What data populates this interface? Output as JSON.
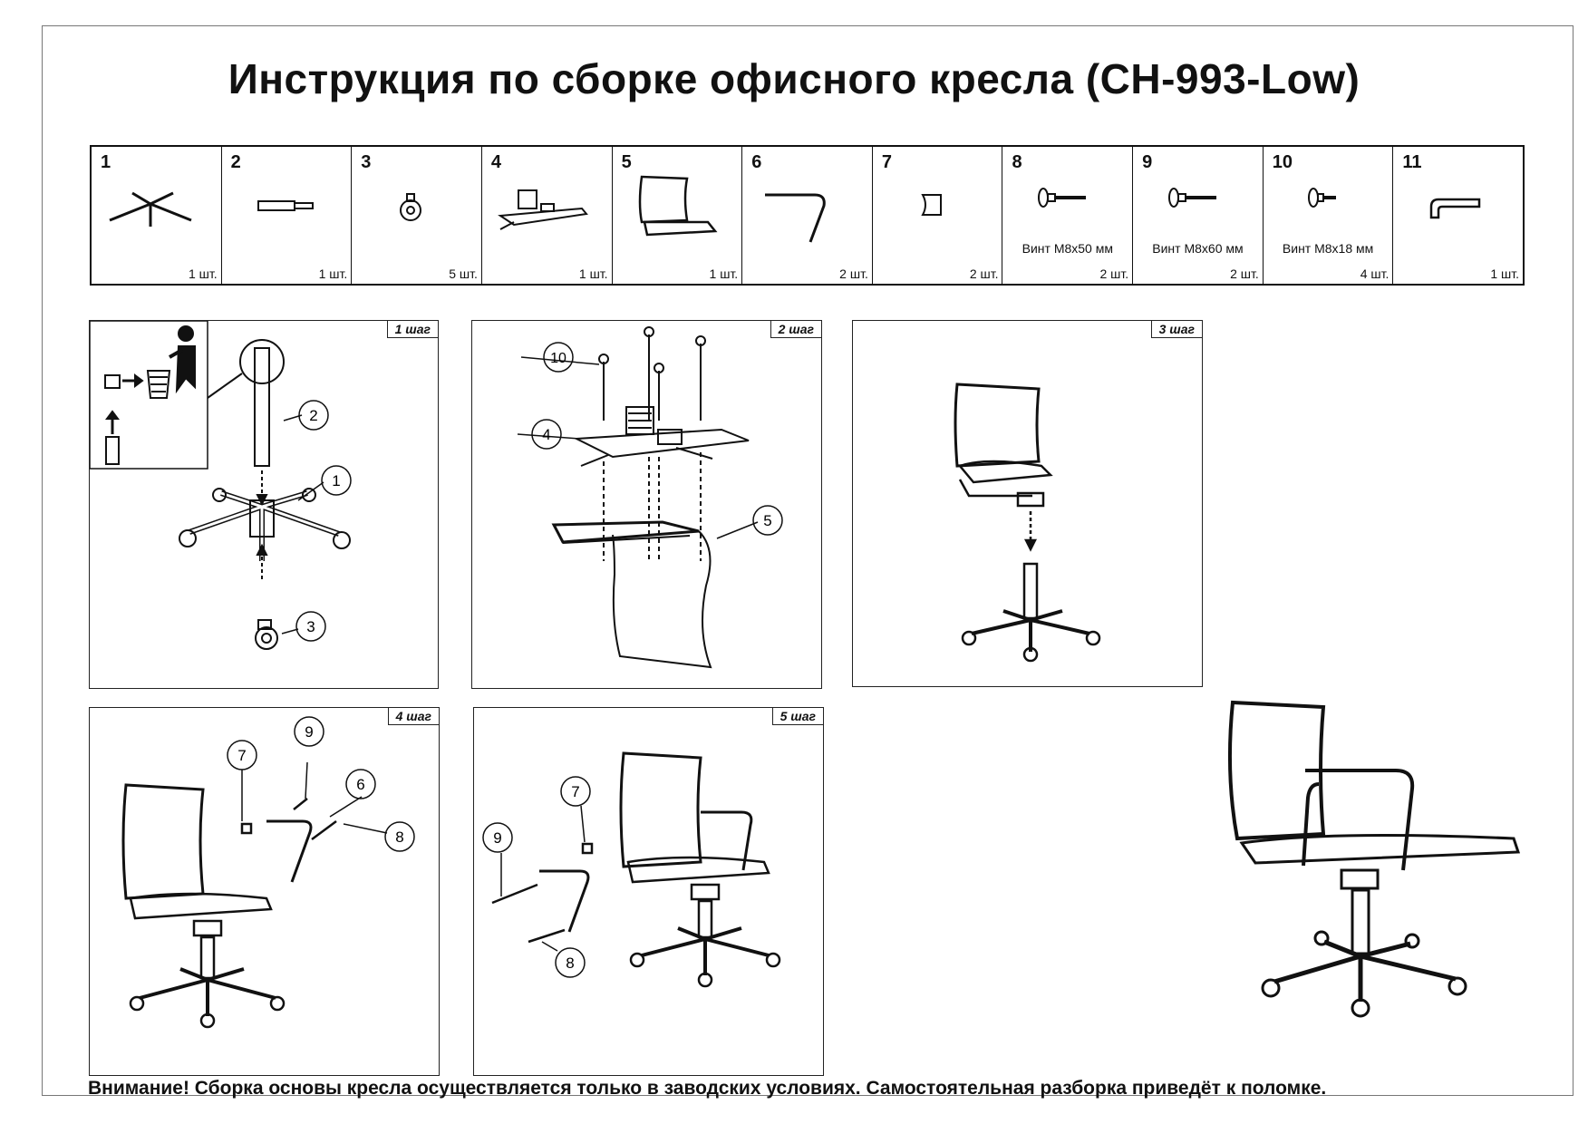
{
  "title": "Инструкция по сборке офисного кресла (CH-993-Low)",
  "parts": [
    {
      "num": "1",
      "qty": "1 шт.",
      "name": "",
      "icon": "star-base-icon"
    },
    {
      "num": "2",
      "qty": "1 шт.",
      "name": "",
      "icon": "gas-lift-icon"
    },
    {
      "num": "3",
      "qty": "5 шт.",
      "name": "",
      "icon": "caster-icon"
    },
    {
      "num": "4",
      "qty": "1 шт.",
      "name": "",
      "icon": "tilt-mechanism-icon"
    },
    {
      "num": "5",
      "qty": "1 шт.",
      "name": "",
      "icon": "seat-back-icon"
    },
    {
      "num": "6",
      "qty": "2 шт.",
      "name": "",
      "icon": "armrest-icon"
    },
    {
      "num": "7",
      "qty": "2 шт.",
      "name": "",
      "icon": "cap-icon"
    },
    {
      "num": "8",
      "qty": "2 шт.",
      "name": "Винт M8x50 мм",
      "icon": "bolt-icon"
    },
    {
      "num": "9",
      "qty": "2 шт.",
      "name": "Винт M8x60 мм",
      "icon": "bolt-icon"
    },
    {
      "num": "10",
      "qty": "4 шт.",
      "name": "Винт M8x18 мм",
      "icon": "short-bolt-icon"
    },
    {
      "num": "11",
      "qty": "1 шт.",
      "name": "",
      "icon": "hex-key-icon"
    }
  ],
  "steps": {
    "s1": {
      "label": "1 шаг",
      "callouts": [
        "1",
        "2",
        "3"
      ]
    },
    "s2": {
      "label": "2 шаг",
      "callouts": [
        "10",
        "4",
        "5"
      ]
    },
    "s3": {
      "label": "3 шаг"
    },
    "s4": {
      "label": "4 шаг",
      "callouts": [
        "7",
        "9",
        "6",
        "8"
      ]
    },
    "s5": {
      "label": "5 шаг",
      "callouts": [
        "7",
        "9",
        "8"
      ]
    }
  },
  "warning": "Внимание! Сборка основы кресла осуществляется только в заводских условиях. Самостоятельная разборка приведёт к поломке."
}
